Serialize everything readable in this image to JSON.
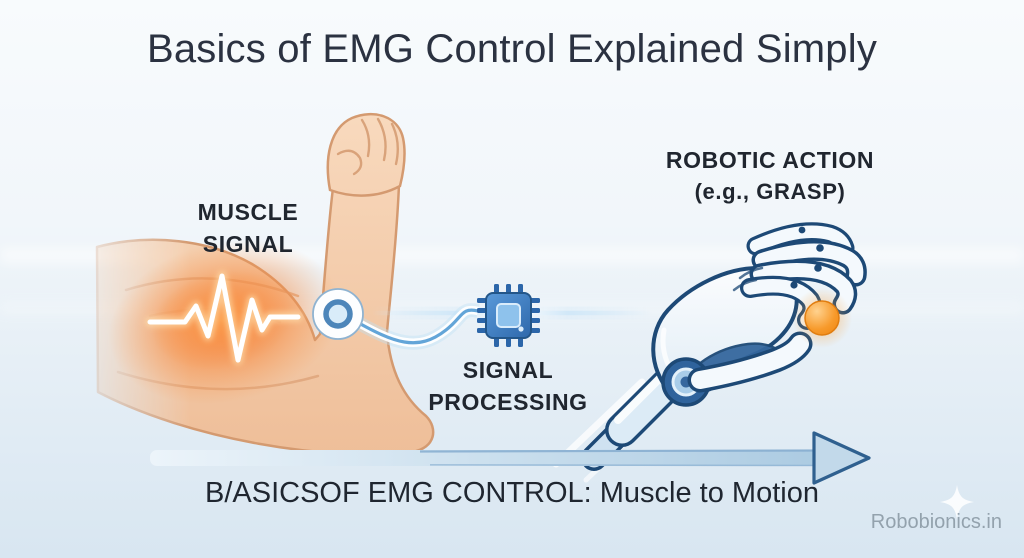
{
  "title": "Basics of EMG Control Explained Simply",
  "diagram": {
    "stages": [
      {
        "id": "muscle-signal",
        "label_lines": [
          "MUSCLE",
          "SIGNAL"
        ],
        "icon": "flexed-arm-with-emg-waveform-icon"
      },
      {
        "id": "signal-processing",
        "label_lines": [
          "SIGNAL",
          "PROCESSING"
        ],
        "icon": "microchip-icon"
      },
      {
        "id": "robotic-action",
        "label_lines": [
          "ROBOTIC ACTION",
          "(e.g., GRASP)"
        ],
        "icon": "robotic-hand-grasp-icon"
      }
    ],
    "connectors": [
      "electrode-sensor-with-wire",
      "signal-glow-line"
    ],
    "flow": {
      "direction": "left-to-right",
      "caption": "B/ASICSOF EMG CONTROL: Muscle to Motion"
    }
  },
  "watermark": {
    "text": "Robobionics.in",
    "icon": "sparkle-icon"
  },
  "colors": {
    "background_top": "#f8fbfd",
    "background_bottom": "#d8e6f1",
    "text_dark": "#232a35",
    "skin": "#f3c8a6",
    "skin_outline": "#d49a70",
    "muscle_glow": "#f2662b",
    "chip_blue": "#3d7cc0",
    "robot_outline_navy": "#1d4976",
    "robot_fill": "#f4f9fd",
    "ball_orange": "#f7941e",
    "arrow_blue": "#a7c8e0",
    "arrow_outline": "#2f608f",
    "watermark_gray": "#93a2ad"
  }
}
